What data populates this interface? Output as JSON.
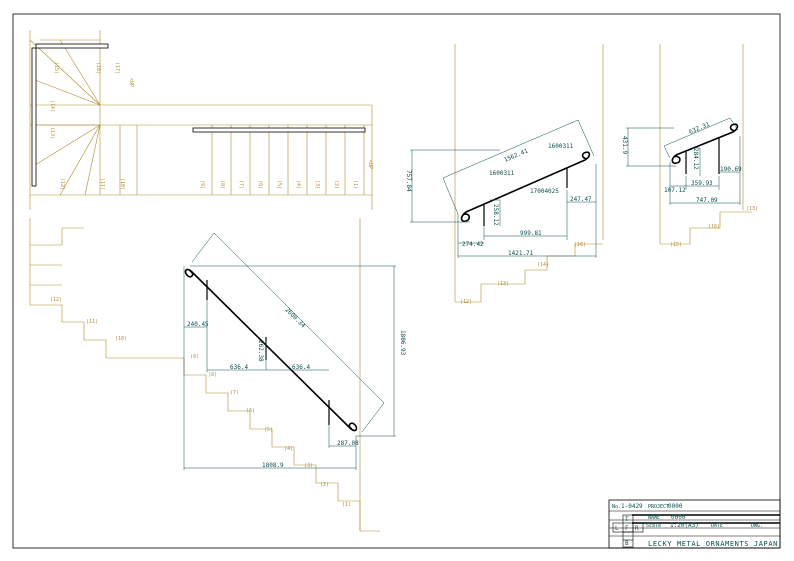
{
  "colors": {
    "background": "#ffffff",
    "frame": "#000000",
    "stair": "#b08a2a",
    "dimension": "#0b4f4f",
    "handrail": "#000000"
  },
  "plan_view": {
    "step_numbers_top": [
      "(15)",
      "(16)",
      "(17)"
    ],
    "step_numbers_left": [
      "(14)",
      "(13)",
      "(12)"
    ],
    "step_numbers_bottom": [
      "(11)",
      "(10)",
      "(9)",
      "(8)",
      "(7)",
      "(6)",
      "(5)",
      "(4)",
      "(3)",
      "(2)",
      "(1)"
    ],
    "up_label_top": "<UP",
    "up_label_right": "<UP"
  },
  "side_view": {
    "step_numbers": [
      "(12)",
      "(11)",
      "(10)",
      "(9)",
      "(8)",
      "(7)",
      "(6)",
      "(5)",
      "(4)",
      "(3)",
      "(2)",
      "(1)"
    ],
    "dimensions": {
      "diagonal": "2600.34",
      "height": "1806.93",
      "total_width": "1808.9",
      "top_offset": "240.45",
      "post_height": "262.38",
      "span_left": "636.4",
      "span_right": "636.4",
      "bottom_offset": "287.08"
    }
  },
  "upper_view": {
    "step_numbers": [
      "(16)",
      "(14)",
      "(13)",
      "(12)"
    ],
    "dimensions": {
      "height": "757.84",
      "diagonal": "1562.41",
      "bracket_top": "1600311",
      "bracket_mid": "1600311",
      "bracket_right": "17004025",
      "post_height": "258.12",
      "span": "999.81",
      "left_offset": "274.42",
      "right_offset": "247.47",
      "total_width": "1421.71"
    }
  },
  "top_view": {
    "step_numbers": [
      "(13)",
      "(16)",
      "(15)"
    ],
    "dimensions": {
      "height": "431.9",
      "diagonal": "632.31",
      "post_height": "284.12",
      "span": "359.93",
      "left_offset": "107.12",
      "right_offset": "190.69",
      "total_width": "747.09"
    }
  },
  "title_block": {
    "drawing_no_label": "No.",
    "drawing_no": "1-0429",
    "project_label": "PROJECT",
    "project_value": "0000",
    "name_label": "NAME",
    "name_value": "0000",
    "scale_label": "Scale",
    "scale_value": "1:20(A3)",
    "date_label": "DATE",
    "dwg_label": "DWG.",
    "box_letters": [
      "T",
      "L",
      "F",
      "R",
      "B"
    ],
    "brand": "LECKY METAL ORNAMENTS JAPAN"
  }
}
